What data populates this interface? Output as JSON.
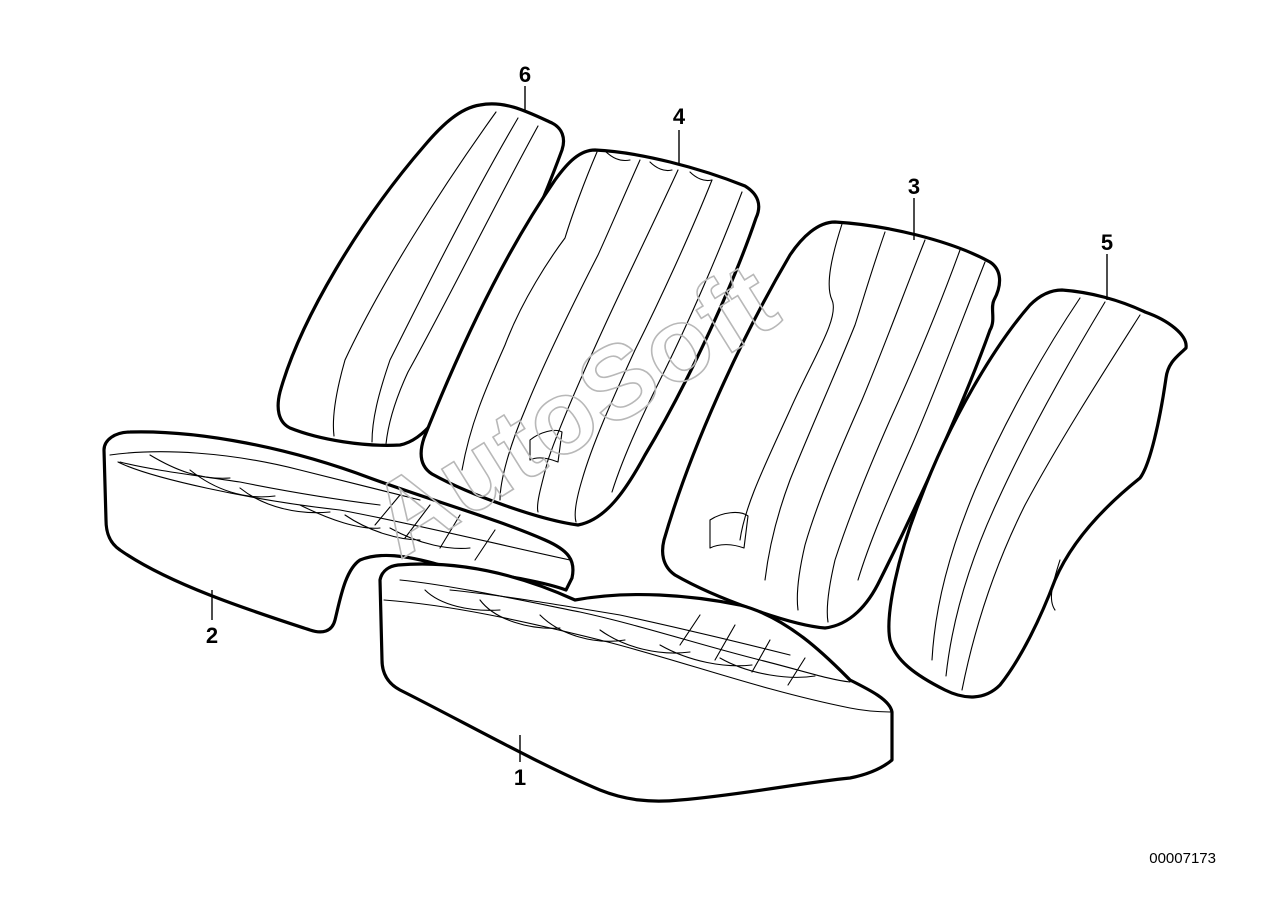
{
  "diagram": {
    "callouts": [
      {
        "id": "1",
        "label": "1"
      },
      {
        "id": "2",
        "label": "2"
      },
      {
        "id": "3",
        "label": "3"
      },
      {
        "id": "4",
        "label": "4"
      },
      {
        "id": "5",
        "label": "5"
      },
      {
        "id": "6",
        "label": "6"
      }
    ],
    "drawing_number": "00007173",
    "watermark": "AutoSoft",
    "colors": {
      "line": "#000000",
      "background": "#ffffff",
      "watermark": "#b8b8b8"
    }
  }
}
